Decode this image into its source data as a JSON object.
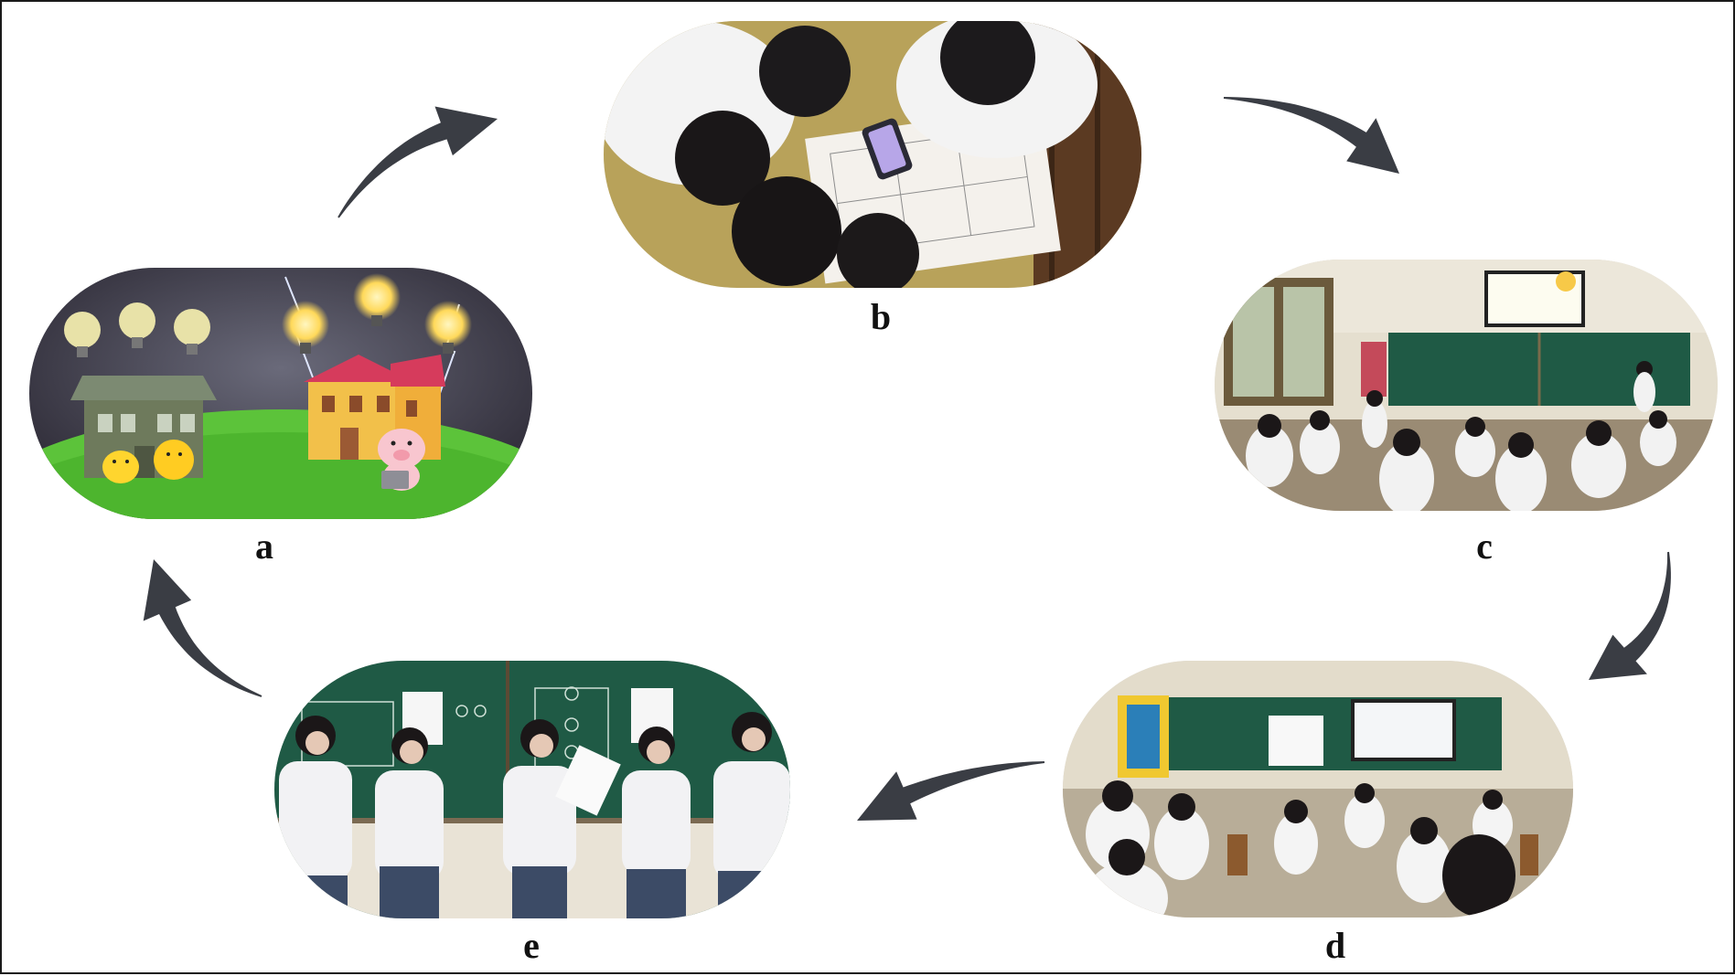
{
  "panels": [
    {
      "id": "a",
      "label": "a"
    },
    {
      "id": "b",
      "label": "b"
    },
    {
      "id": "c",
      "label": "c"
    },
    {
      "id": "d",
      "label": "d"
    },
    {
      "id": "e",
      "label": "e"
    }
  ],
  "colors": {
    "arrow": "#3a3d44",
    "border": "#1a1a1a",
    "grass": "#5cc33a",
    "storm_sky": "#3c3a4a",
    "chalkboard": "#1f5a45",
    "uniform": "#f3f4f6",
    "skirt": "#3c4b66"
  },
  "arrows": [
    {
      "name": "arrow-a-to-b",
      "from": "a",
      "to": "b"
    },
    {
      "name": "arrow-b-to-c",
      "from": "b",
      "to": "c"
    },
    {
      "name": "arrow-c-to-d",
      "from": "c",
      "to": "d"
    },
    {
      "name": "arrow-d-to-e",
      "from": "d",
      "to": "e"
    },
    {
      "name": "arrow-e-to-a",
      "from": "e",
      "to": "a"
    }
  ]
}
